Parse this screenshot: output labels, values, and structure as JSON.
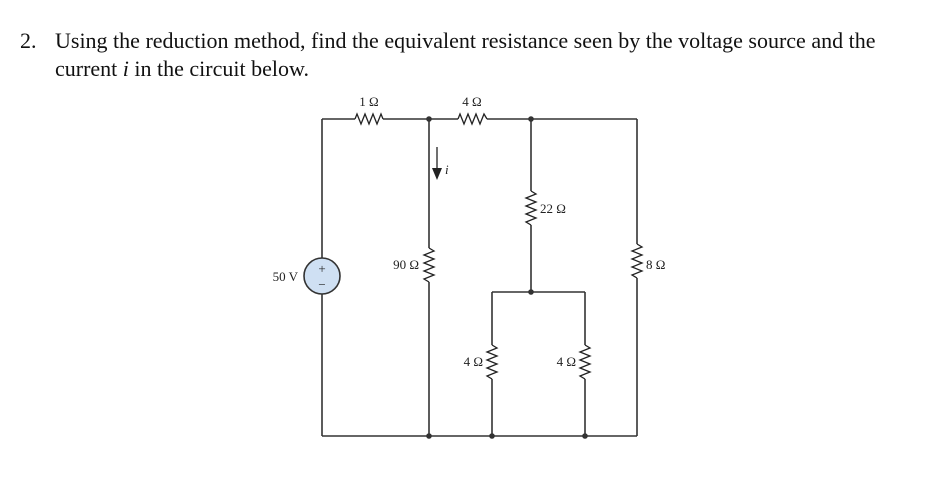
{
  "problem": {
    "number": "2.",
    "text_before": "Using the reduction method, find the equivalent resistance seen by the voltage source and the current ",
    "current_var": "i",
    "text_after": " in the circuit below."
  },
  "circuit": {
    "source": {
      "label": "50 V",
      "plus": "+",
      "minus": "−"
    },
    "resistors": {
      "r_top_left": "1 Ω",
      "r_top_mid": "4 Ω",
      "r_90": "90 Ω",
      "r_22": "22 Ω",
      "r_8": "8 Ω",
      "r_bottom_left": "4 Ω",
      "r_bottom_right": "4 Ω"
    },
    "current_label": "i"
  }
}
